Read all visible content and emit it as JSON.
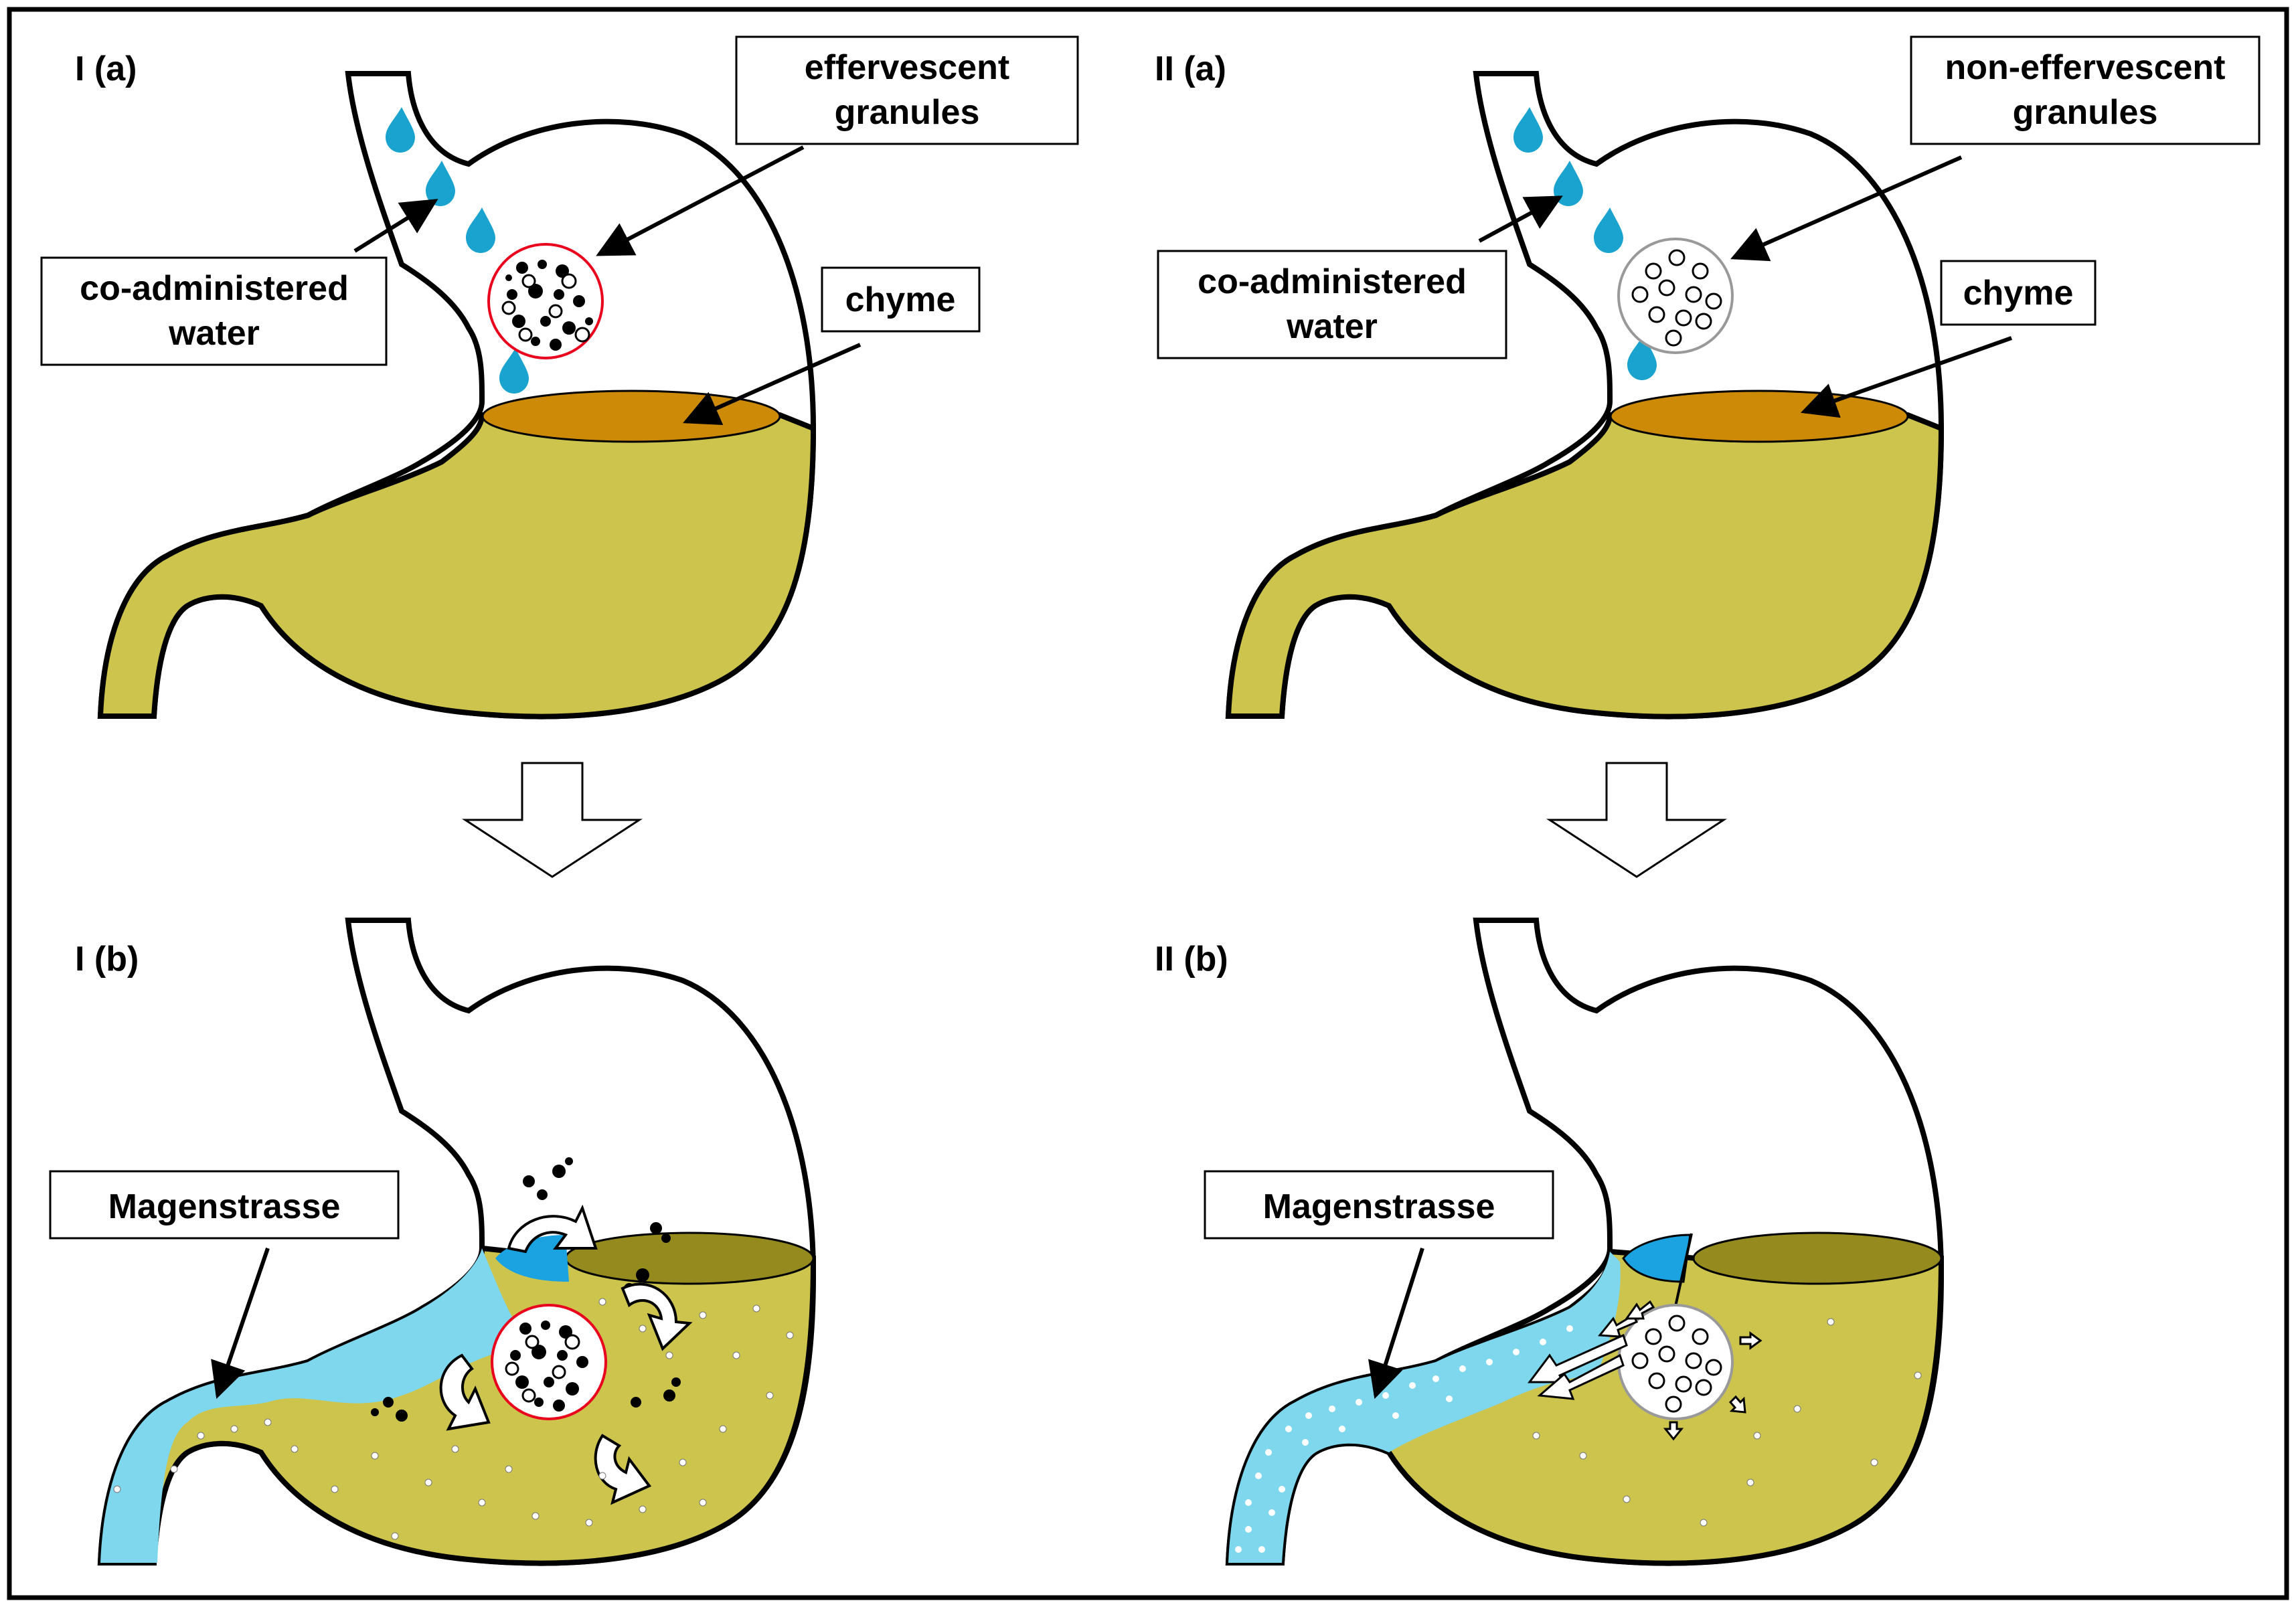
{
  "colors": {
    "chyme": "#cdc44e",
    "chyme_surface": "#cc8a06",
    "chyme_surface_dark": "#958a1e",
    "water": "#7ed7ec",
    "water_surface": "#1aa3e0",
    "granule_border": "#e8001c",
    "drop": "#1aa3cf",
    "outline": "#000000"
  },
  "panels": {
    "Ia": {
      "label": "I (a)",
      "granules": "effervescent granules",
      "water_label": [
        "co-administered",
        "water"
      ],
      "granule_label": [
        "effervescent",
        "granules"
      ],
      "chyme_label": "chyme"
    },
    "IIa": {
      "label": "II (a)",
      "granules": "non-effervescent granules",
      "water_label": [
        "co-administered",
        "water"
      ],
      "granule_label": [
        "non-effervescent",
        "granules"
      ],
      "chyme_label": "chyme"
    },
    "Ib": {
      "label": "I (b)",
      "magenstrasse_label": "Magenstrasse"
    },
    "IIb": {
      "label": "II (b)",
      "magenstrasse_label": "Magenstrasse"
    }
  }
}
